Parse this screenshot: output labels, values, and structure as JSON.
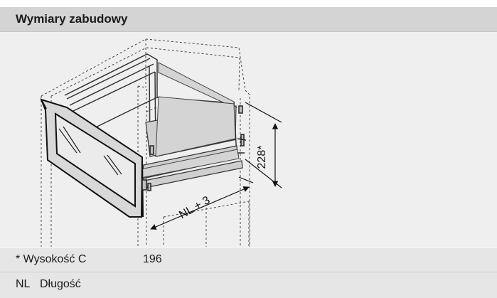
{
  "header": {
    "title": "Wymiary zabudowy"
  },
  "diagram": {
    "height_label": "228*",
    "length_label": "NL + 3"
  },
  "rows": [
    {
      "label": "* Wysokość C",
      "value": "196"
    },
    {
      "abbr": "NL",
      "label": "Długość"
    }
  ]
}
